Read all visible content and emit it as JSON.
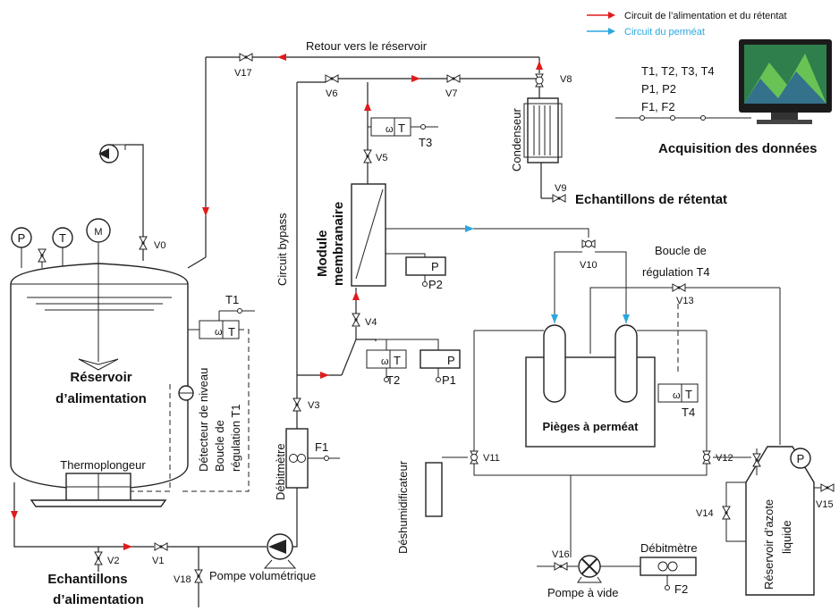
{
  "legend": {
    "feed": "Circuit de l’alimentation et du rétentat",
    "permeate": "Circuit du perméat",
    "feed_color": "#e01b1b",
    "permeate_color": "#2aa7e0"
  },
  "labels": {
    "retour": "Retour vers le réservoir",
    "reservoir_1": "Réservoir",
    "reservoir_2": "d’alimentation",
    "thermoplongeur": "Thermoplongeur",
    "detecteur": "Détecteur de niveau",
    "boucle_t1_1": "Boucle de",
    "boucle_t1_2": "régulation T1",
    "echantillons_alim_1": "Echantillons",
    "echantillons_alim_2": "d’alimentation",
    "pompe_vol": "Pompe volumétrique",
    "debitmetre_1": "Débitmètre",
    "debitmetre_2": "Débitmètre",
    "circuit_bypass": "Circuit bypass",
    "module_1": "Module",
    "module_2": "membranaire",
    "condenseur": "Condenseur",
    "echantillons_retentat": "Echantillons de rétentat",
    "acquisition": "Acquisition des données",
    "acq_line1": "T1, T2, T3, T4",
    "acq_line2": "P1, P2",
    "acq_line3": "F1, F2",
    "boucle_t4_1": "Boucle de",
    "boucle_t4_2": "régulation T4",
    "pieges": "Pièges à perméat",
    "deshumidificateur": "Déshumidificateur",
    "pompe_vide": "Pompe à vide",
    "azote_1": "Réservoir d’azote",
    "azote_2": "liquide"
  },
  "valves": {
    "v0": "V0",
    "v1": "V1",
    "v2": "V2",
    "v3": "V3",
    "v4": "V4",
    "v5": "V5",
    "v6": "V6",
    "v7": "V7",
    "v8": "V8",
    "v9": "V9",
    "v10": "V10",
    "v11": "V11",
    "v12": "V12",
    "v13": "V13",
    "v14": "V14",
    "v15": "V15",
    "v16": "V16",
    "v17": "V17",
    "v18": "V18"
  },
  "sensors": {
    "p": "P",
    "t": "T",
    "m": "M",
    "t1": "T1",
    "t2": "T2",
    "t3": "T3",
    "t4": "T4",
    "p1": "P1",
    "p2": "P2",
    "f1": "F1",
    "f2": "F2"
  },
  "icons": {
    "tc_symbol": "ω",
    "computer": "computer-icon",
    "pump": "pump-icon",
    "vacuum_pump": "vacuum-pump-icon",
    "flowmeter": "flowmeter-icon"
  }
}
